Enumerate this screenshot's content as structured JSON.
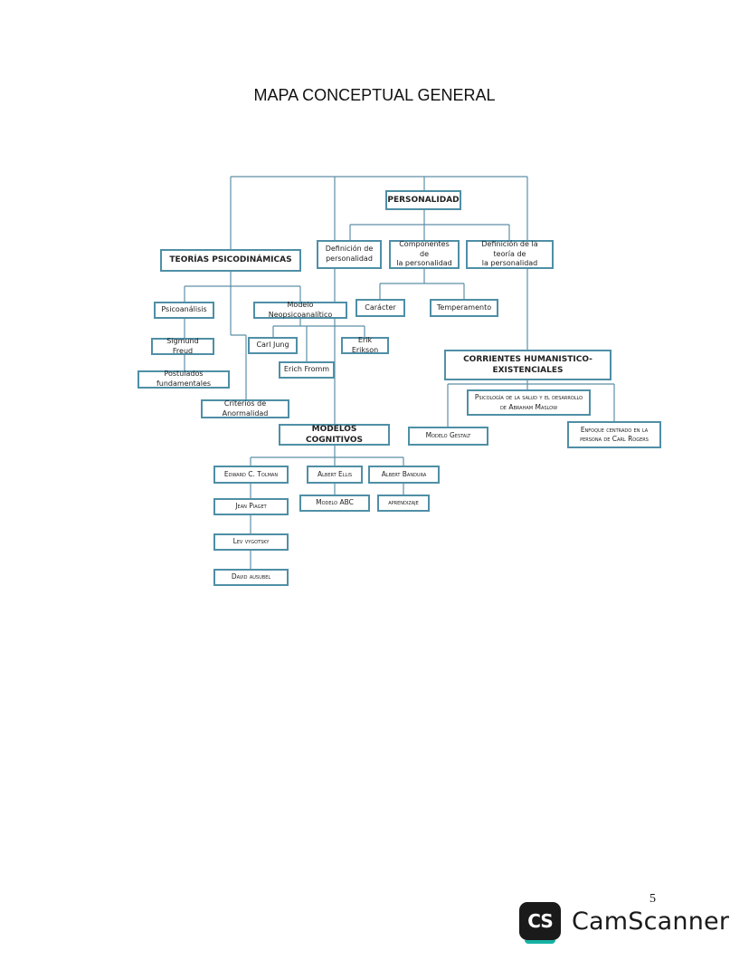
{
  "title": "MAPA CONCEPTUAL GENERAL",
  "nodes": {
    "personalidad": "PERSONALIDAD",
    "teorias": "TEORÍAS PSICODINÁMICAS",
    "definicion": "Definición de\npersonalidad",
    "componentes": "Componentes de\nla personalidad",
    "definicion_teoria": "Definición de la teoría de\nla personalidad",
    "psicoanalisis": "Psicoanálisis",
    "neopsicoanalitico": "Modelo Neopsicoanalítico",
    "caracter": "Carácter",
    "temperamento": "Temperamento",
    "freud": "Sigmund Freud",
    "jung": "Carl Jung",
    "erikson": "Erik Erikson",
    "fromm": "Erich Fromm",
    "postulados": "Postulados fundamentales",
    "corrientes": "CORRIENTES HUMANISTICO-\nEXISTENCIALES",
    "maslow": "Psicología de la salud y el desarrollo\nde Abraham Maslow",
    "criterios": "Criterios de Anormalidad",
    "cognitivos": "MODELOS COGNITIVOS",
    "gestalt": "Modelo Gestalt",
    "rogers": "Enfoque centrado en la\npersona de Carl Rogers",
    "tolman": "Edward C. Tolman",
    "ellis": "Albert Ellis",
    "bandura": "Albert Bandura",
    "piaget": "Jean Piaget",
    "abc": "Modelo ABC",
    "aprendizaje": "aprendizaje",
    "vygotsky": "Lev vygotsky",
    "ausubel": "David ausubel"
  },
  "page_number": "5",
  "watermark": {
    "badge": "CS",
    "text": "CamScanner",
    "accent": "#16b2a4"
  },
  "colors": {
    "box_border": "#4f8fa6",
    "line": "#5d8fa8"
  }
}
